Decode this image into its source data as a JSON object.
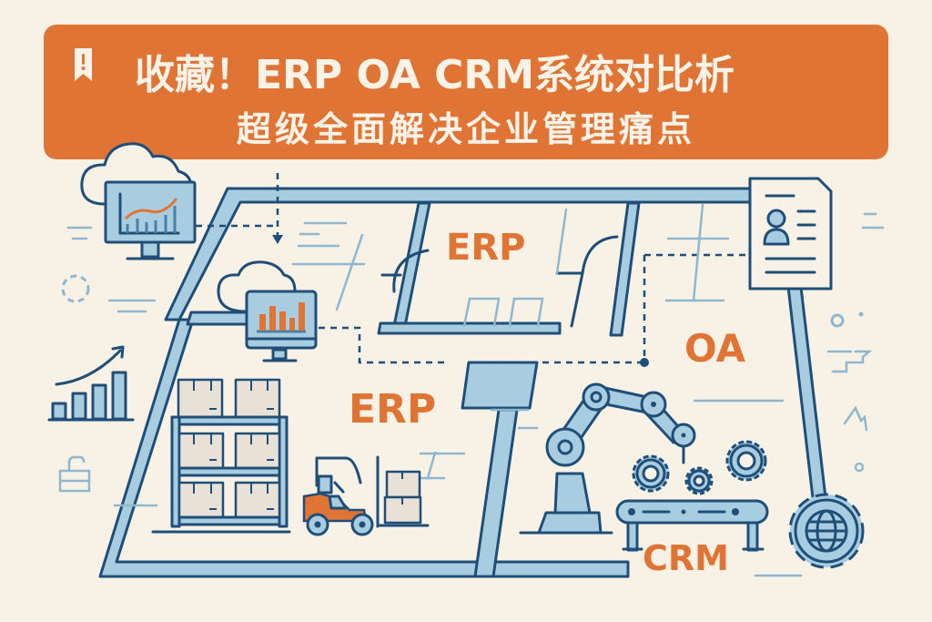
{
  "banner": {
    "title": "收藏！ERP OA CRM系统对比析",
    "subtitle": "超级全面解决企业管理痛点",
    "icon": "bookmark-exclamation-icon",
    "background_color": "#e07434",
    "text_color": "#fbf3e8"
  },
  "labels": {
    "erp_top": "ERP",
    "oa": "OA",
    "erp_bottom": "ERP",
    "crm": "CRM"
  },
  "illustration": {
    "style": "flat line-art floor plan",
    "elements": [
      "cloud-monitor-line-chart-icon",
      "cloud-monitor-bar-chart-icon",
      "growth-bar-chart-icon",
      "warehouse-shelf-icon",
      "forklift-icon",
      "robot-arm-icon",
      "gears-conveyor-icon",
      "employee-profile-document-icon",
      "globe-gear-icon",
      "lock-icon"
    ],
    "colors": {
      "outline": "#1f4e79",
      "fill_light": "#a9cde0",
      "accent": "#e07434",
      "box": "#e9e1d6",
      "background": "#f8f1e6"
    }
  }
}
